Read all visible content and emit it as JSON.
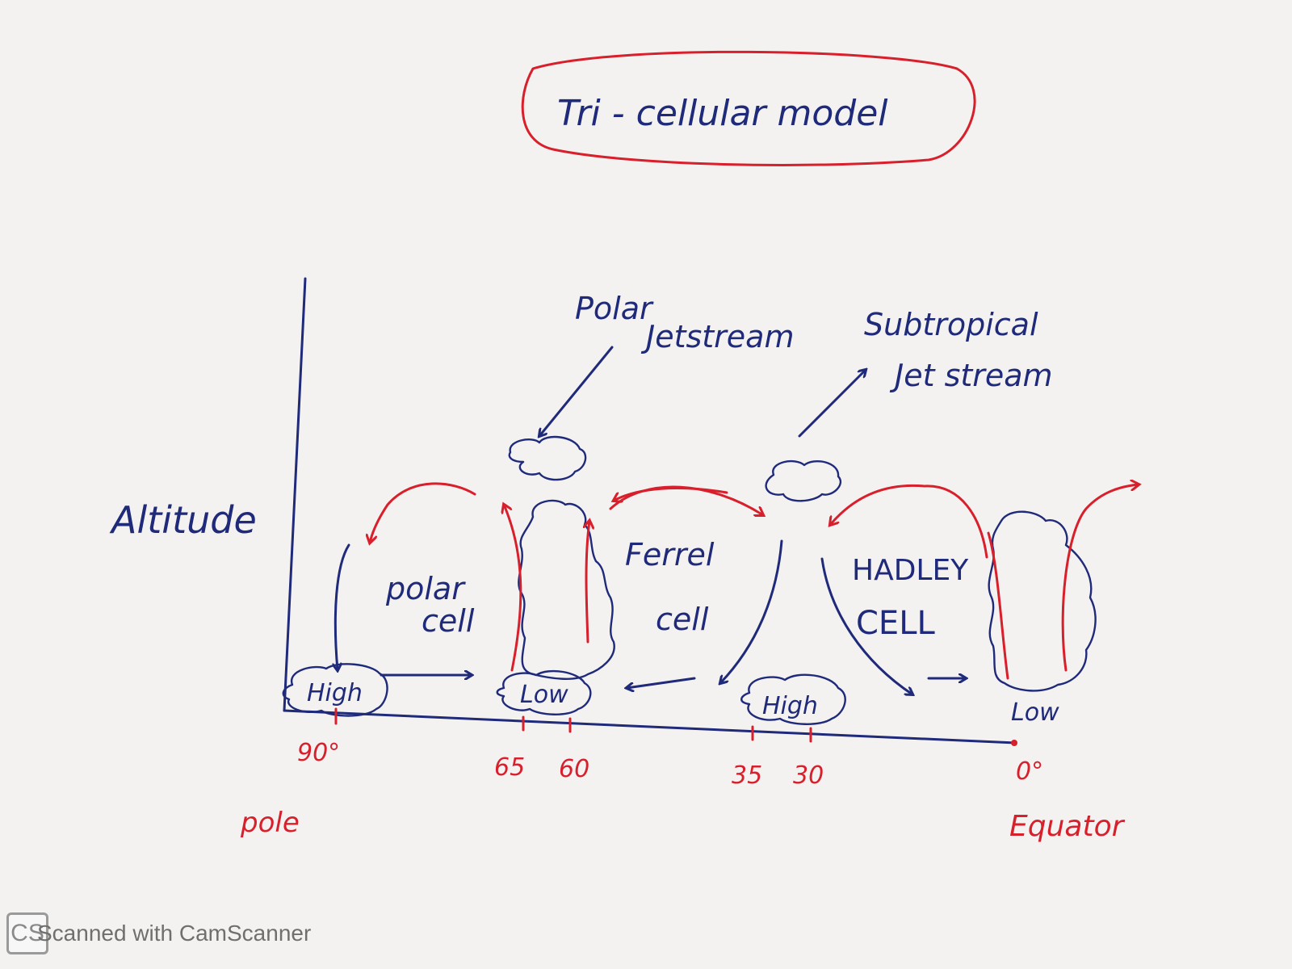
{
  "title": "Tri - cellular model",
  "axis": {
    "y_label": "Altitude"
  },
  "cells": {
    "polar": [
      "polar",
      "cell"
    ],
    "ferrel": [
      "Ferrel",
      "cell"
    ],
    "hadley": [
      "HADLEY",
      "CELL"
    ]
  },
  "jetstreams": {
    "polar": [
      "Polar",
      "Jetstream"
    ],
    "subtropical": [
      "Subtropical",
      "Jet stream"
    ]
  },
  "pressure": {
    "high_pole": "High",
    "low_65": "Low",
    "high_30": "High",
    "low_equator": "Low"
  },
  "latitudes": [
    "90°",
    "65",
    "60",
    "35",
    "30",
    "0°"
  ],
  "ends": {
    "pole": "pole",
    "equator": "Equator"
  },
  "colors": {
    "ink_blue": "#1f2a7a",
    "ink_red": "#d81f2c",
    "paper": "#f4f2f0"
  },
  "watermark": {
    "logo": "CS",
    "text": "Scanned with CamScanner"
  }
}
